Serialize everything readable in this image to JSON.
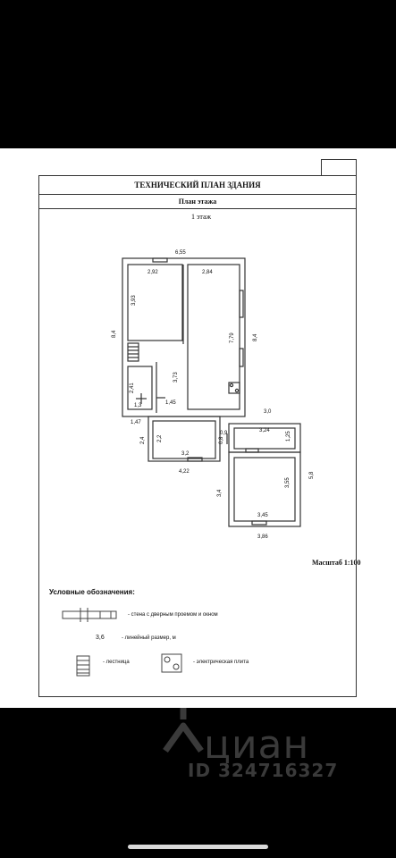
{
  "document": {
    "title": "ТЕХНИЧЕСКИЙ ПЛАН ЗДАНИЯ",
    "subtitle": "План этажа",
    "floor": "1 этаж",
    "scale": "Масштаб  1:100"
  },
  "dimensions": {
    "top_width": "6,55",
    "room1_width": "2,92",
    "room2_width": "2,84",
    "room1_height": "3,93",
    "left_height": "8,4",
    "room2_height": "7,79",
    "right_height": "8,4",
    "hall_height": "3,73",
    "wc_height": "2,41",
    "wc_width": "1,3",
    "hall_width": "1,45",
    "step_width": "1,47",
    "gap_width": "3,0",
    "left_small_height": "2,4",
    "room3_height": "2,2",
    "room3_width": "3,2",
    "door_width": "0,9",
    "door_height": "0,8",
    "room4_width": "3,24",
    "room4_height": "1,25",
    "bottom_width": "4,22",
    "room5_side": "3,4",
    "room5_height": "3,55",
    "ext_height": "5,8",
    "room5_width": "3,45",
    "room5_outer_width": "3,86"
  },
  "legend": {
    "title": "Условные обозначения:",
    "wall_text": "- стена с дверным проемом и окном",
    "linear_value": "3,6",
    "linear_text": "- линейный размер, м",
    "stairs_text": "- лестница",
    "stove_text": "- электрическая плита"
  },
  "watermark": {
    "brand": "циан",
    "id": "ID 324716327"
  }
}
